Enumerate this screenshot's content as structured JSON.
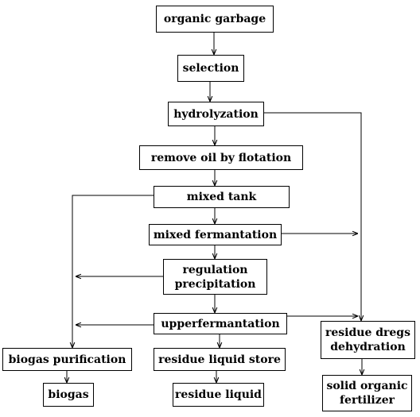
{
  "nodes": {
    "organic_garbage": "organic garbage",
    "selection": "selection",
    "hydrolyzation": "hydrolyzation",
    "remove_oil": "remove oil  by  flotation",
    "mixed_tank": "mixed tank",
    "mixed_fermentation": "mixed  fermantation",
    "regulation_line1": "regulation",
    "regulation_line2": "precipitation",
    "upperfermentation": "upperfermantation",
    "residue_dregs_line1": "residue dregs",
    "residue_dregs_line2": "dehydration",
    "biogas_purification": "biogas purification",
    "residue_liquid_store": "residue liquid  store",
    "biogas": "biogas",
    "residue_liquid": "residue liquid",
    "solid_line1": "solid organic",
    "solid_line2": "fertilizer"
  },
  "colors": {
    "line": "#000000",
    "box_border": "#000000",
    "background": "#ffffff"
  }
}
